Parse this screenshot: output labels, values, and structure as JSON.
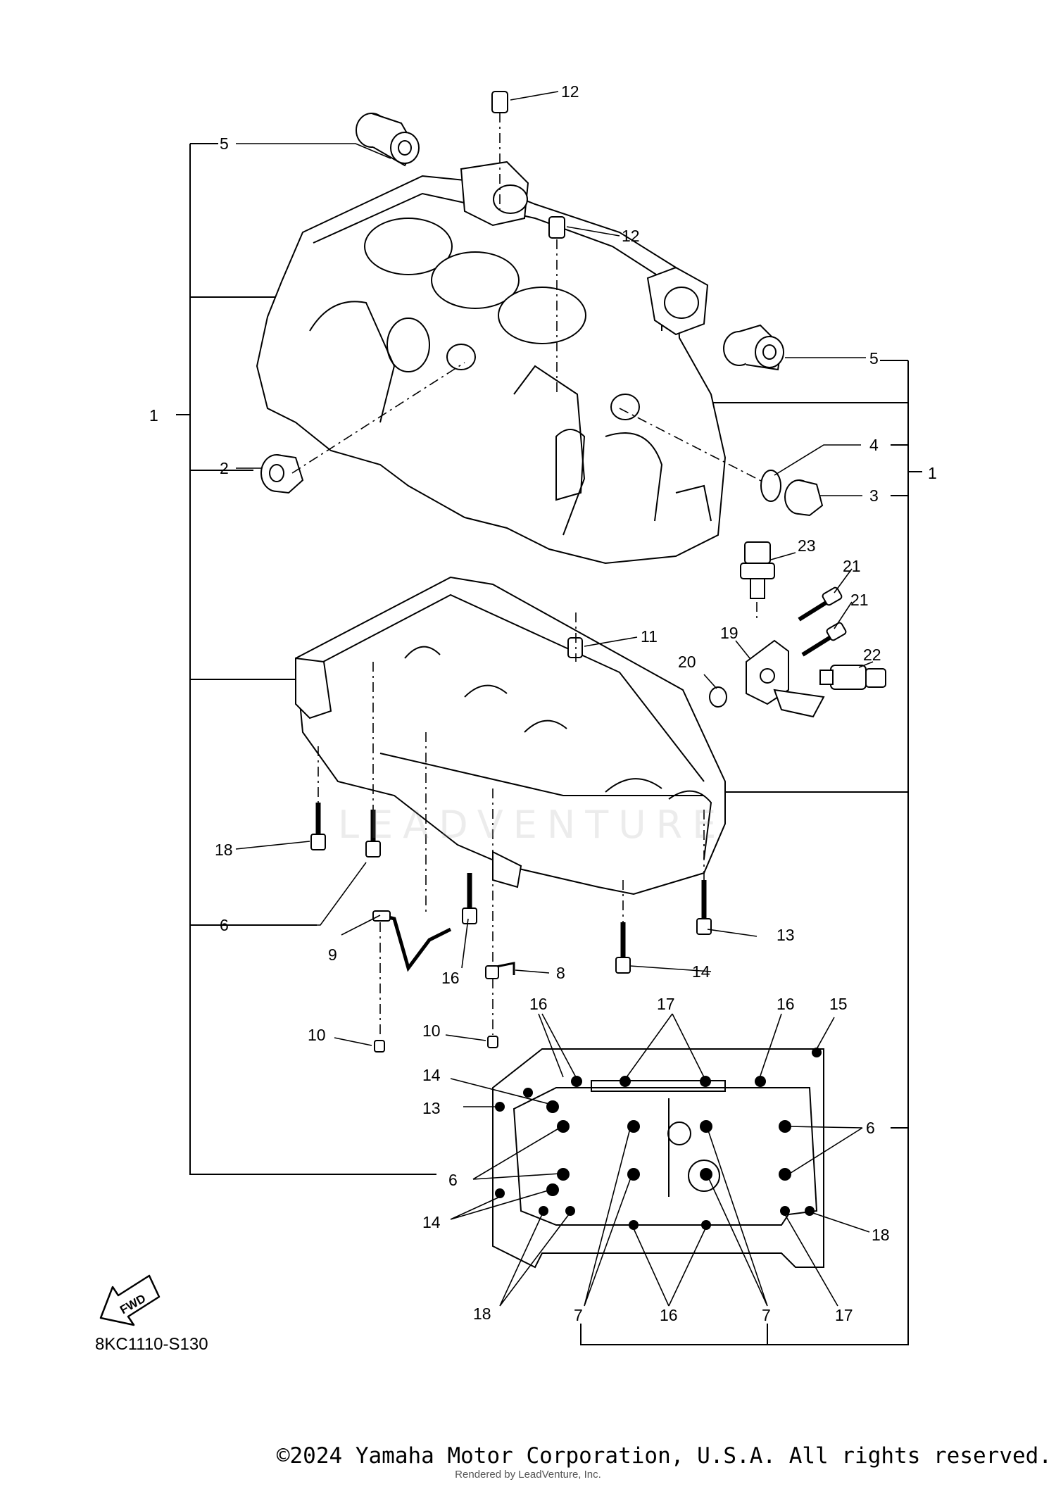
{
  "drawing": {
    "reference_code": "8KC1110-S130",
    "direction_mark": "FWD",
    "watermark": "LEADVENTURE"
  },
  "callouts": {
    "c1_left": "1",
    "c1_right": "1",
    "c2": "2",
    "c3": "3",
    "c4": "4",
    "c5_top": "5",
    "c5_right": "5",
    "c6_mid": "6",
    "c6_right": "6",
    "c6_lower": "6",
    "c7_a": "7",
    "c7_b": "7",
    "c8": "8",
    "c9": "9",
    "c10_a": "10",
    "c10_b": "10",
    "c11": "11",
    "c12_a": "12",
    "c12_b": "12",
    "c13_a": "13",
    "c13_b": "13",
    "c14_a": "14",
    "c14_b": "14",
    "c14_c": "14",
    "c15": "15",
    "c16_a": "16",
    "c16_b": "16",
    "c16_c": "16",
    "c16_d": "16",
    "c17_a": "17",
    "c17_b": "17",
    "c18_a": "18",
    "c18_b": "18",
    "c18_c": "18",
    "c19": "19",
    "c20": "20",
    "c21_a": "21",
    "c21_b": "21",
    "c22": "22",
    "c23": "23"
  },
  "footer": {
    "copyright": "©2024 Yamaha Motor Corporation, U.S.A. All rights reserved.",
    "rendered_by": "Rendered by LeadVenture, Inc."
  }
}
